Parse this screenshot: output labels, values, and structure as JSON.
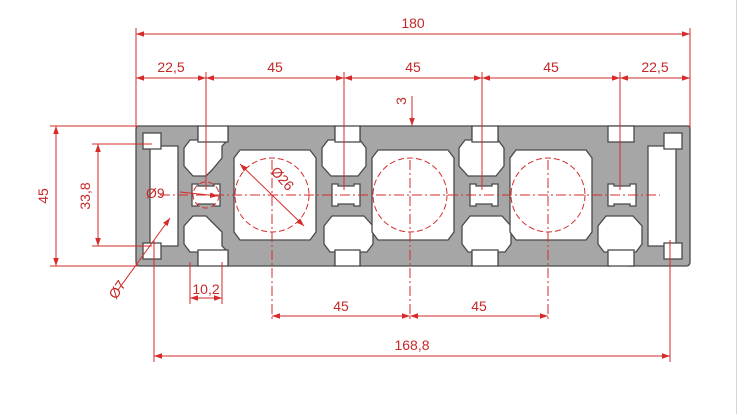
{
  "dimensions": {
    "overall_width": "180",
    "pitch_left_edge": "22,5",
    "pitch_1": "45",
    "pitch_2": "45",
    "pitch_3": "45",
    "pitch_right_edge": "22,5",
    "height": "45",
    "inner_height": "33,8",
    "wall_thickness": "3",
    "small_bore": "Ø9",
    "large_bore": "Ø26",
    "slot_width": "10,2",
    "corner_bore": "Ø7",
    "bottom_pitch_left": "45",
    "bottom_pitch_right": "45",
    "overall_slot_span": "168,8"
  },
  "colors": {
    "dimension": "#d62b2b",
    "profile_fill": "#a6a6a6",
    "profile_stroke": "#4a4a4a"
  }
}
